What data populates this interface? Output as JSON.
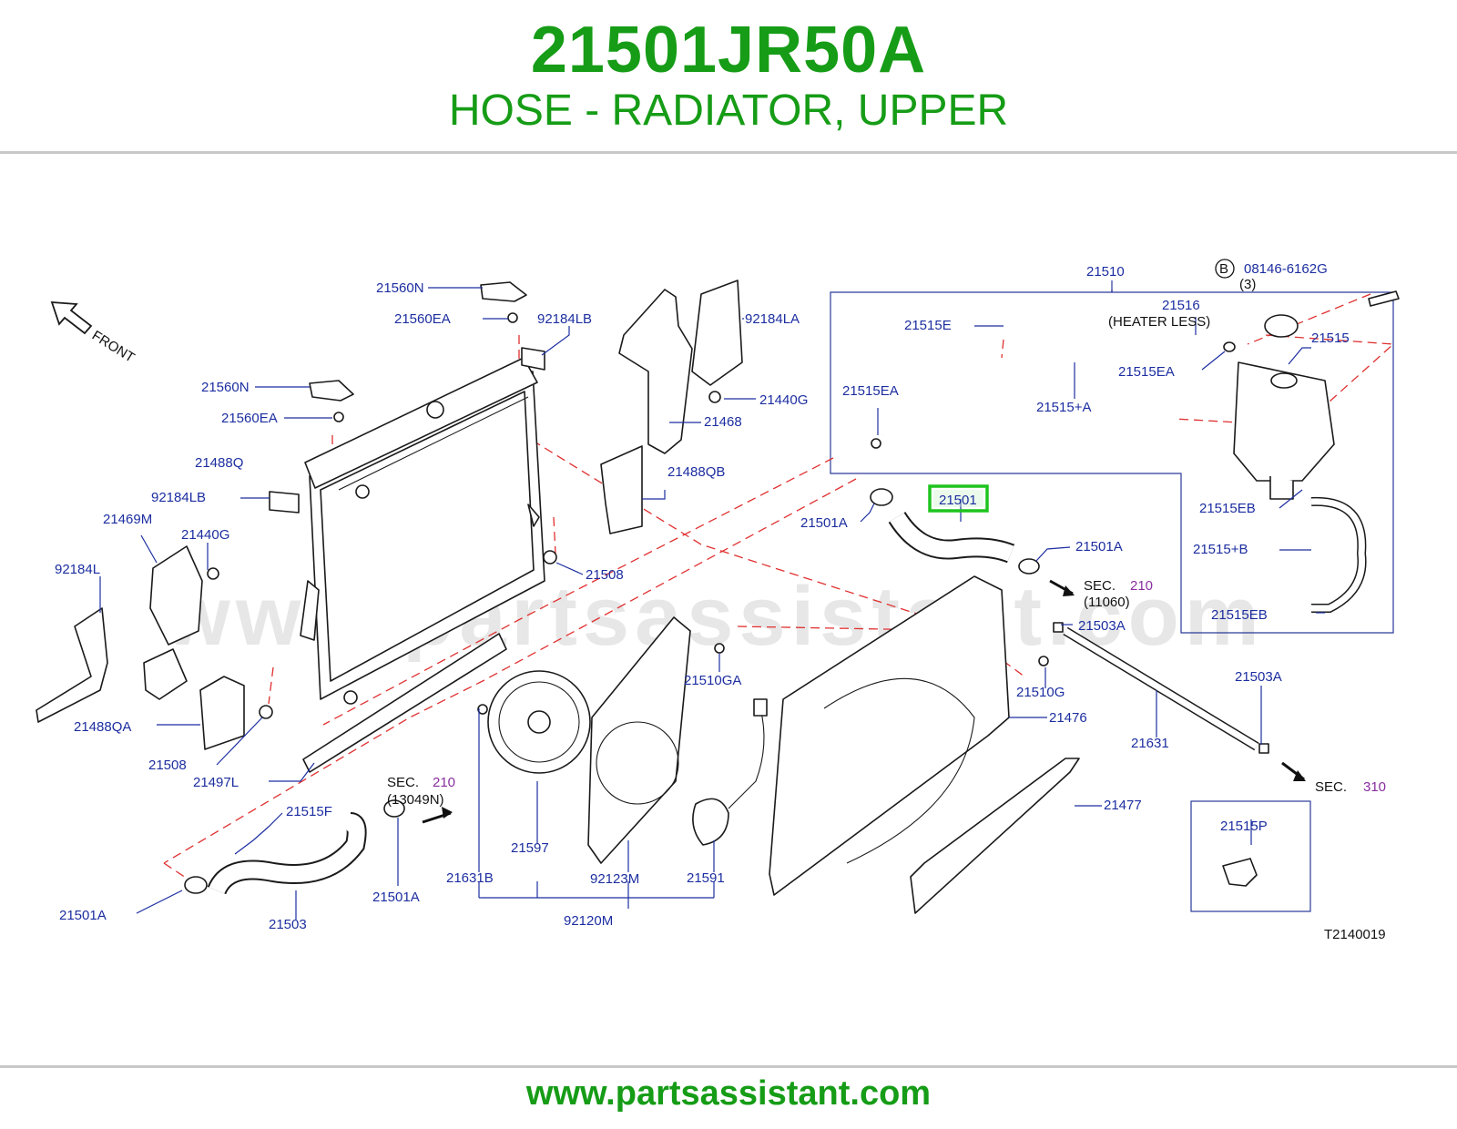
{
  "header": {
    "part_number": "21501JR50A",
    "part_name": "HOSE - RADIATOR, UPPER"
  },
  "footer": {
    "url": "www.partsassistant.com"
  },
  "diagram": {
    "watermark": "www.partsassistant.com",
    "front_label": "FRONT",
    "drawing_code": "T2140019",
    "highlighted_part": "21501",
    "bolt_callout": {
      "symbol": "B",
      "part": "08146-6162G",
      "qty": "(3)"
    },
    "heater_note": "(HEATER   LESS)",
    "sec_refs": [
      {
        "sec": "SEC.",
        "num": "210",
        "sub": "(11060)"
      },
      {
        "sec": "SEC.",
        "num": "210",
        "sub": "(13049N)"
      },
      {
        "sec": "SEC.",
        "num": "310",
        "sub": ""
      }
    ],
    "labels": {
      "l21560N_a": "21560N",
      "l21560EA_a": "21560EA",
      "l92184LB_a": "92184LB",
      "l21560N_b": "21560N",
      "l21560EA_b": "21560EA",
      "l21488Q": "21488Q",
      "l92184LB_b": "92184LB",
      "l21469M": "21469M",
      "l21440G_a": "21440G",
      "l92184L": "92184L",
      "l21488QA": "21488QA",
      "l21508_a": "21508",
      "l21497L": "21497L",
      "l92184LA": "92184LA",
      "l21440G_b": "21440G",
      "l21468": "21468",
      "l21488QB": "21488QB",
      "l21508_b": "21508",
      "l21510": "21510",
      "l21516": "21516",
      "l21515E": "21515E",
      "l21515": "21515",
      "l21515EA_a": "21515EA",
      "l21515EA_b": "21515EA",
      "l21515pA": "21515+A",
      "l21515EB_a": "21515EB",
      "l21501A_a": "21501A",
      "l21501A_b": "21501A",
      "l21515pB": "21515+B",
      "l21515EB_b": "21515EB",
      "l21503A_a": "21503A",
      "l21510GA": "21510GA",
      "l21510G": "21510G",
      "l21476": "21476",
      "l21503A_b": "21503A",
      "l21631": "21631",
      "l21477": "21477",
      "l21515P": "21515P",
      "l21515F": "21515F",
      "l21501A_c": "21501A",
      "l21501A_d": "21501A",
      "l21503": "21503",
      "l21631B": "21631B",
      "l21597": "21597",
      "l92123M": "92123M",
      "l21591": "21591",
      "l92120M": "92120M"
    }
  }
}
